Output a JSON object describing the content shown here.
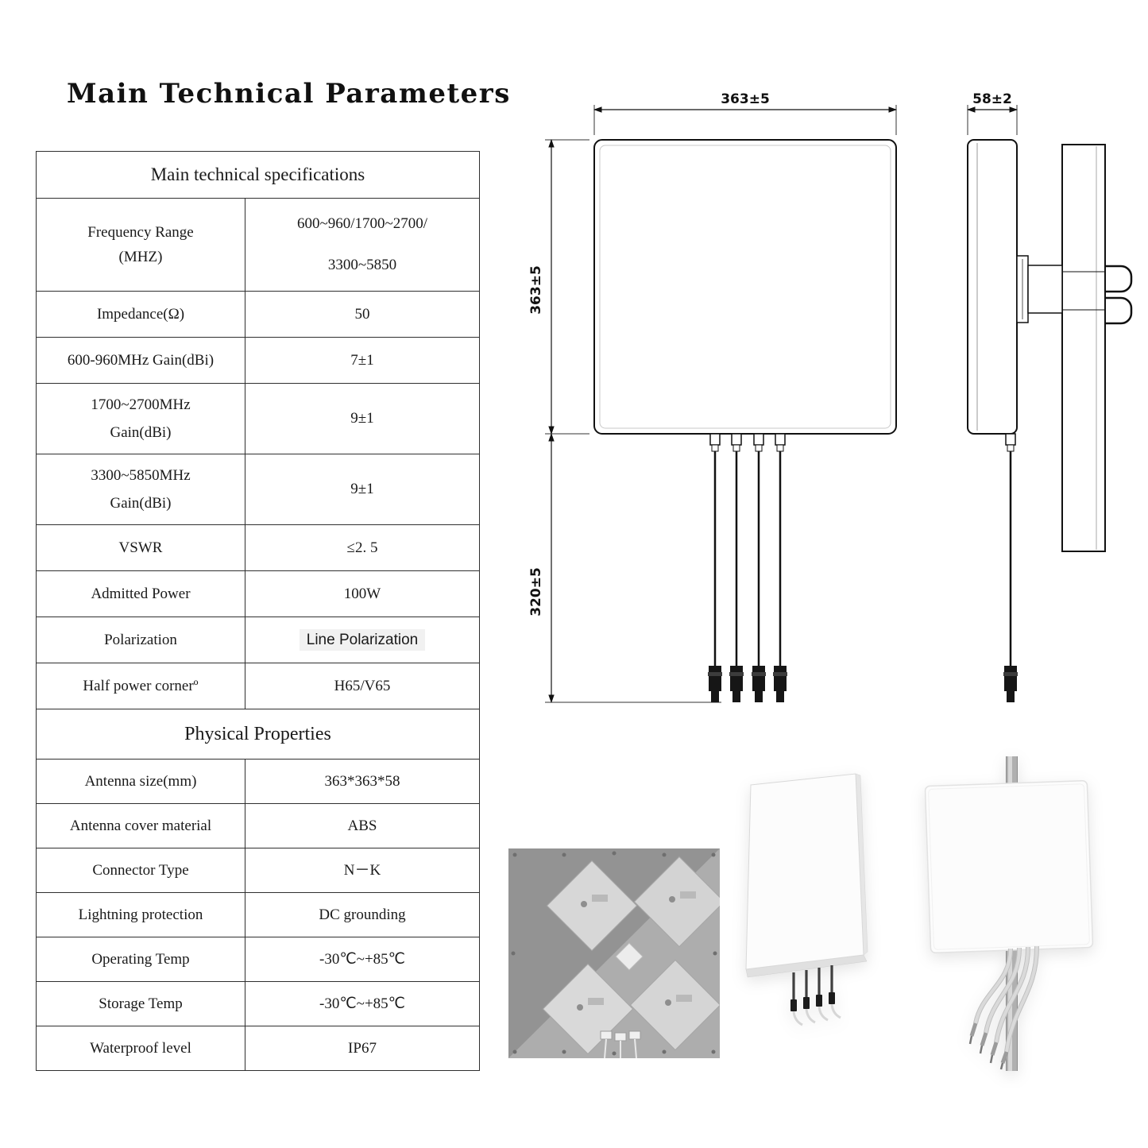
{
  "page": {
    "title": "Main Technical Parameters"
  },
  "table": {
    "header": "Main technical specifications",
    "rows": [
      {
        "label": [
          "Frequency Range",
          "(MHZ)"
        ],
        "value": [
          "600~960/1700~2700/",
          "3300~5850"
        ]
      },
      {
        "label": [
          "Impedance(Ω)"
        ],
        "value": [
          "50"
        ]
      },
      {
        "label": [
          "600-960MHz Gain(dBi)"
        ],
        "value": [
          "7±1"
        ]
      },
      {
        "label": [
          "1700~2700MHz",
          "Gain(dBi)"
        ],
        "value": [
          "9±1"
        ]
      },
      {
        "label": [
          "3300~5850MHz",
          "Gain(dBi)"
        ],
        "value": [
          "9±1"
        ]
      },
      {
        "label": [
          "VSWR"
        ],
        "value": [
          "≤2. 5"
        ]
      },
      {
        "label": [
          "Admitted Power"
        ],
        "value": [
          "100W"
        ]
      },
      {
        "label": [
          "Polarization"
        ],
        "value": [
          "Line Polarization"
        ],
        "highlighted": true
      },
      {
        "label": [
          "Half power cornerº"
        ],
        "value": [
          "H65/V65"
        ]
      }
    ],
    "section_header": "Physical Properties",
    "physical_rows": [
      {
        "label": [
          "Antenna size(mm)"
        ],
        "value": [
          "363*363*58"
        ]
      },
      {
        "label": [
          "Antenna cover material"
        ],
        "value": [
          "ABS"
        ]
      },
      {
        "label": [
          "Connector Type"
        ],
        "value": [
          "N－K"
        ]
      },
      {
        "label": [
          "Lightning protection"
        ],
        "value": [
          "DC grounding"
        ]
      },
      {
        "label": [
          "Operating Temp"
        ],
        "value": [
          "-30℃~+85℃"
        ]
      },
      {
        "label": [
          "Storage Temp"
        ],
        "value": [
          "-30℃~+85℃"
        ]
      },
      {
        "label": [
          "Waterproof level"
        ],
        "value": [
          "IP67"
        ]
      }
    ]
  },
  "diagram": {
    "front_width": "363±5",
    "front_height": "363±5",
    "cable_length": "320±5",
    "side_depth": "58±2"
  }
}
